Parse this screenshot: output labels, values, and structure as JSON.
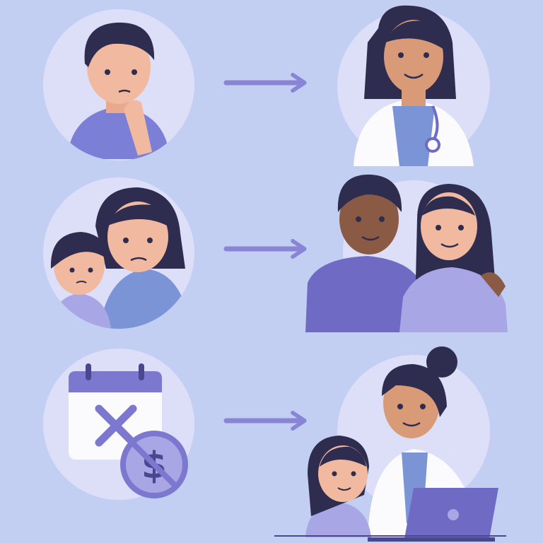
{
  "colors": {
    "background": "#c3cff2",
    "circle": "#dcdff7",
    "arrow": "#8a84d6",
    "skin_light": "#f0b9a0",
    "skin_medium": "#d99a78",
    "skin_dark": "#8a5a45",
    "hair": "#2f2d4f",
    "shirt_purple": "#7b7fd6",
    "shirt_lavender": "#a9a6e6",
    "coat": "#fbfbfd",
    "calendar_header": "#7c78cf",
    "laptop": "#6f6bc4"
  },
  "rows": [
    {
      "problem": "worried-person",
      "solution": "doctor"
    },
    {
      "problem": "worried-parent-and-child",
      "solution": "supportive-couple"
    },
    {
      "problem": "cancelled-appointment-no-money",
      "solution": "doctor-with-child-and-laptop"
    }
  ],
  "icons": [
    "arrow-right-icon",
    "calendar-icon",
    "x-mark-icon",
    "no-dollar-icon",
    "stethoscope-icon",
    "laptop-icon"
  ]
}
